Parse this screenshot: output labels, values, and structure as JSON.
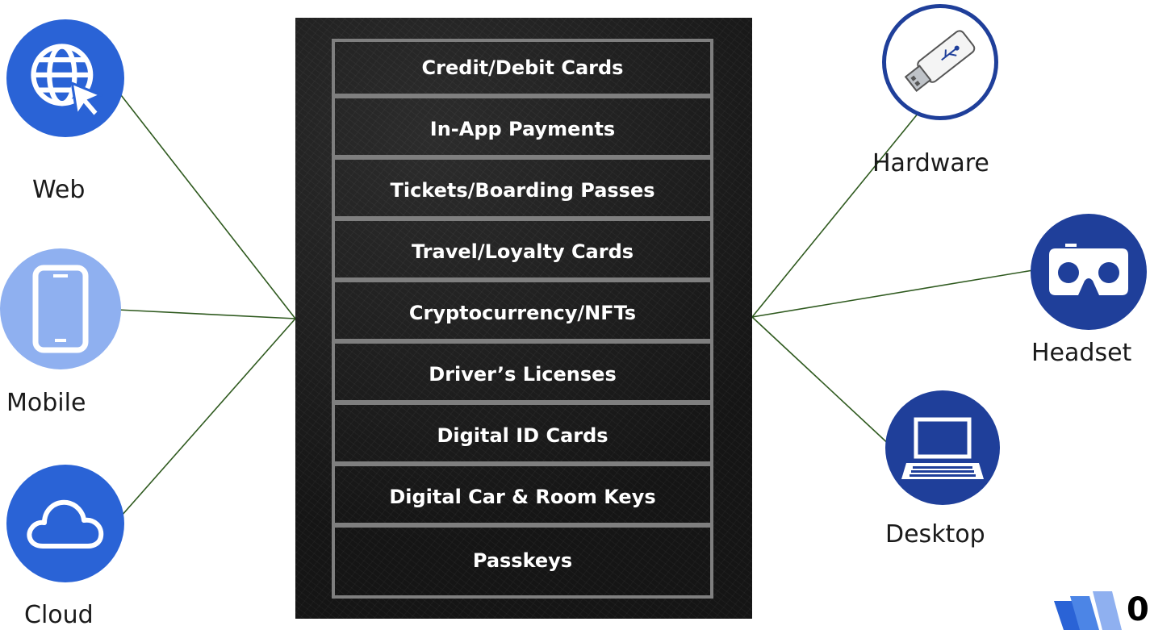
{
  "wallet_items": [
    "Credit/Debit Cards",
    "In-App Payments",
    "Tickets/Boarding Passes",
    "Travel/Loyalty Cards",
    "Cryptocurrency/NFTs",
    "Driver’s Licenses",
    "Digital ID Cards",
    "Digital Car & Room Keys",
    "Passkeys"
  ],
  "left_platforms": [
    {
      "label": "Web",
      "icon": "globe-cursor-icon"
    },
    {
      "label": "Mobile",
      "icon": "smartphone-icon"
    },
    {
      "label": "Cloud",
      "icon": "cloud-icon"
    }
  ],
  "right_platforms": [
    {
      "label": "Hardware",
      "icon": "usb-key-icon"
    },
    {
      "label": "Headset",
      "icon": "vr-headset-icon"
    },
    {
      "label": "Desktop",
      "icon": "laptop-icon"
    }
  ],
  "logo_text": "0",
  "colors": {
    "connector": "#2f5a1f",
    "web_circle": "#2a63d6",
    "mobile_circle": "#8fb0f0",
    "cloud_circle": "#2a63d6",
    "hardware_ring": "#1f3f9a",
    "headset_circle": "#1f3f9a",
    "desktop_circle": "#1f3f9a",
    "slot_border": "#7f7f7f"
  }
}
